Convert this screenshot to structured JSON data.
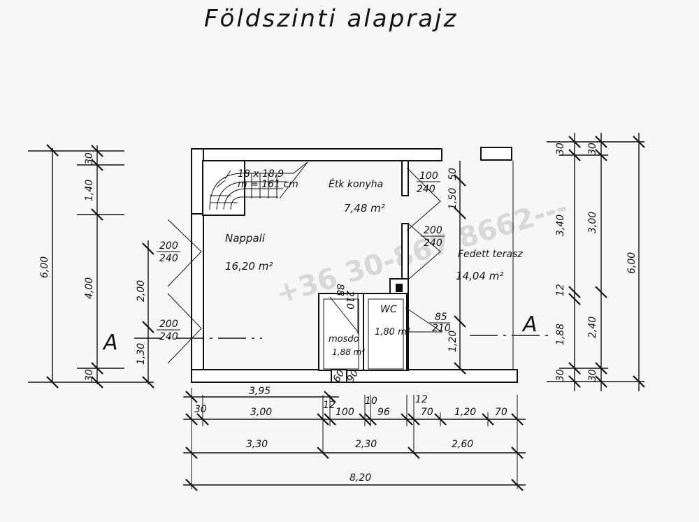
{
  "title": "Földszinti alaprajz",
  "watermark": "+36 30-867 8662---",
  "section_marks": [
    "A",
    "A"
  ],
  "rooms": {
    "nappali": {
      "name": "Nappali",
      "area": "16,20 m²"
    },
    "konyha": {
      "name": "Étk konyha",
      "area": "7,48 m²"
    },
    "terasz": {
      "name": "Fedett terasz",
      "area": "14,04 m²"
    },
    "wc": {
      "name": "WC",
      "area": "1,80 m²"
    },
    "mosdo": {
      "name": "mosdo",
      "area": "1,88 m²"
    }
  },
  "stairs": {
    "steps": "18 x 18,9",
    "rise": "m = 161 cm"
  },
  "openings": {
    "kitchen_top": "100",
    "kitchen_bot": "240",
    "terrace_top": "200",
    "terrace_bot": "240",
    "left_upper_top": "200",
    "left_upper_bot": "240",
    "left_lower_top": "200",
    "left_lower_bot": "240",
    "wc_top": "85",
    "wc_bot": "210",
    "mosdo_h1": "88",
    "mosdo_h2": "210",
    "door_small_1": "60",
    "door_small_2": "90"
  },
  "dims_left_outer": [
    "6,00"
  ],
  "dims_left_inner": [
    "30",
    "1,40",
    "4,00",
    "30"
  ],
  "dims_left_window": [
    "2,00",
    "1,30"
  ],
  "dims_right_inner": [
    "50",
    "1,50",
    "1,20"
  ],
  "dims_right_a": [
    "30",
    "3,40",
    "12",
    "1,88",
    "30"
  ],
  "dims_right_b": [
    "30",
    "3,00",
    "2,40",
    "30"
  ],
  "dims_right_outer": [
    "6,00"
  ],
  "dims_bottom_1": [
    "3,95"
  ],
  "dims_bottom_2": [
    "30",
    "3,00",
    "12",
    "100",
    "10",
    "96",
    "12",
    "70",
    "1,20",
    "70"
  ],
  "dims_bottom_3": [
    "3,30",
    "2,30",
    "2,60"
  ],
  "dims_bottom_4": [
    "8,20"
  ]
}
